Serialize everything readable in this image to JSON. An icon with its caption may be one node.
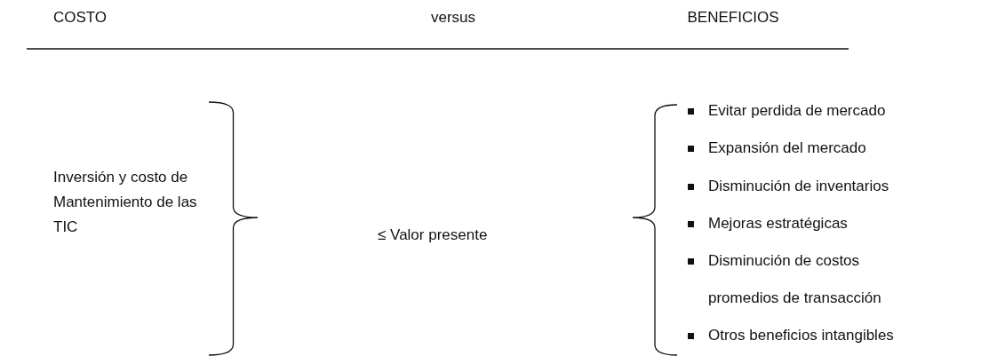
{
  "diagram": {
    "labels": [
      "COSTO",
      "versus",
      "BENEFICIOS",
      "Inversión y costo de Mantenimiento de las TIC",
      "≤ Valor presente",
      "Evitar perdida de mercado",
      "Expansión del mercado",
      "Disminución de inventarios",
      "Mejoras estratégicas",
      "Disminución de costos promedios de transacción",
      "Otros beneficios intangibles"
    ]
  }
}
